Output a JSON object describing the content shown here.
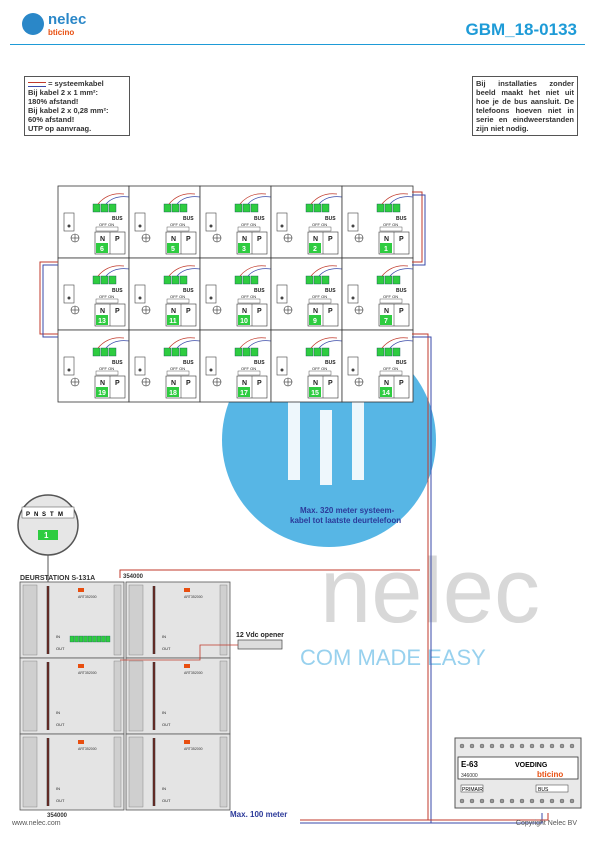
{
  "header": {
    "brand": "nelec",
    "sub_brand": "bticino",
    "doc_code": "GBM_18-0133"
  },
  "notes": {
    "left_title": "= systeemkabel",
    "left_lines": [
      "Bij kabel 2 x 1 mm²:",
      "180% afstand!",
      "Bij kabel 2 x 0,28 mm²:",
      "60% afstand!",
      "UTP op aanvraag."
    ],
    "right_text": "Bij installaties zonder beeld maakt het niet uit hoe je de bus aansluit. De telefoons hoeven niet in serie en eindweerstanden zijn niet nodig."
  },
  "phones": {
    "bus_label": "BUS",
    "off_on": "OFF ON",
    "n": "N",
    "p": "P",
    "rows": [
      [
        "6",
        "5",
        "3",
        "2",
        "1"
      ],
      [
        "13",
        "11",
        "10",
        "9",
        "7"
      ],
      [
        "19",
        "18",
        "17",
        "15",
        "14"
      ]
    ]
  },
  "door_station": {
    "title": "DEURSTATION S-131A",
    "code_top": "354000",
    "code_bottom": "354000",
    "module_code": "ART352000",
    "dip_labels": [
      "P",
      "N",
      "S",
      "T",
      "M"
    ],
    "dip_value": "1",
    "in_label": "IN",
    "out_label": "OUT"
  },
  "labels": {
    "max320": "Max. 320 meter systeem-",
    "max320_b": "kabel tot laatste deurtelefoon",
    "opener": "12 Vdc opener",
    "max100": "Max. 100 meter"
  },
  "psu": {
    "model": "E-63",
    "name": "VOEDING",
    "brand": "bticino",
    "primair": "PRIMAIR",
    "bus": "BUS",
    "code": "346000"
  },
  "watermark": {
    "text": "nelec",
    "tagline": "COM MADE EASY"
  },
  "footer": {
    "left": "www.nelec.com",
    "right": "Copyright Nelec BV"
  },
  "colors": {
    "accent": "#1e9bd7",
    "wire_red": "#c0392b",
    "wire_blue": "#3a4aa8",
    "terminal_green": "#2ecc40"
  }
}
